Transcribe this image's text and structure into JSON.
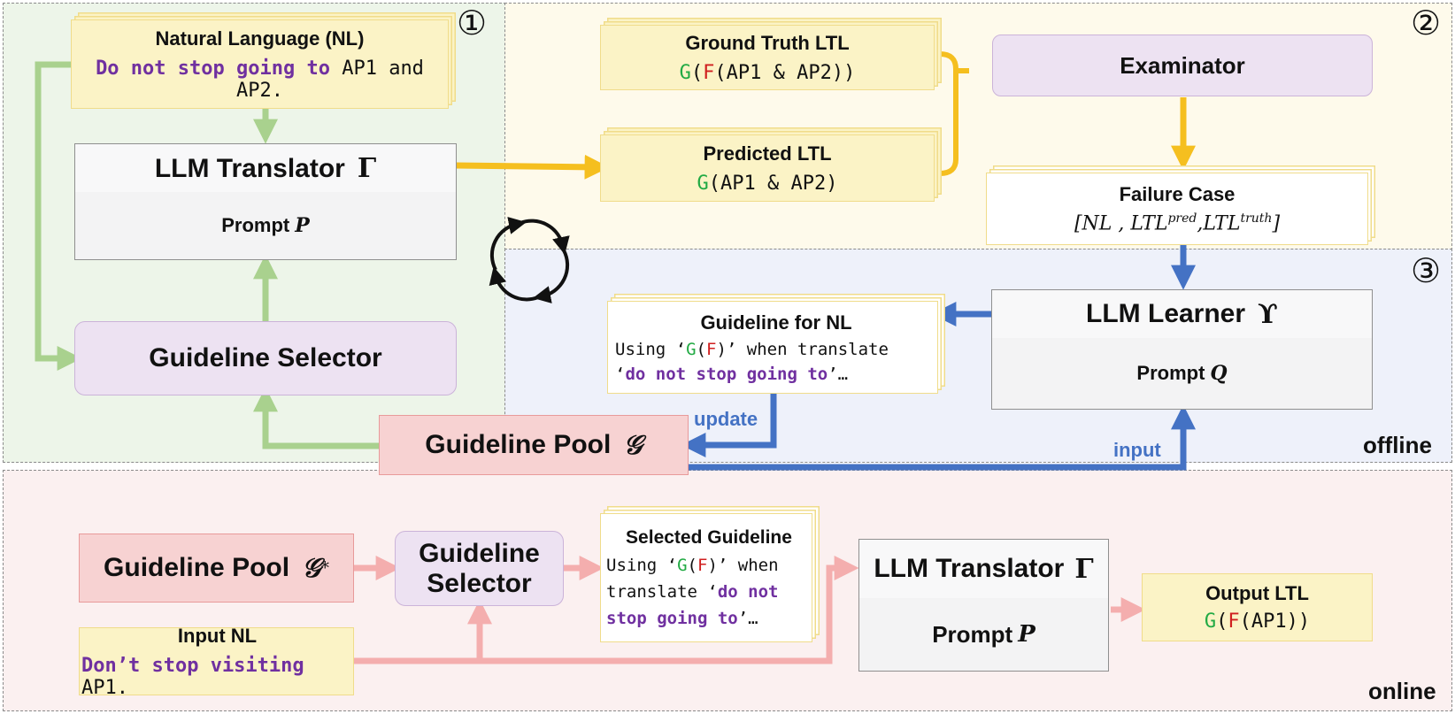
{
  "regions": {
    "r1": {
      "num": "①",
      "bg": "#edf5e9"
    },
    "r2": {
      "num": "②",
      "bg": "#fefaeb"
    },
    "r3": {
      "num": "③",
      "bg": "#eef1fa"
    },
    "offline_label": "offline",
    "online_label": "online",
    "online_bg": "#fbf0f0"
  },
  "offline": {
    "nl_box": {
      "title": "Natural Language (NL)",
      "kw": "Do not stop going to",
      "rest": " AP1 and AP2."
    },
    "translator": {
      "title": "LLM Translator",
      "symbol": "Γ",
      "prompt": "Prompt",
      "prompt_sym": "P"
    },
    "selector": {
      "title": "Guideline Selector"
    },
    "pool": {
      "title": "Guideline Pool",
      "symbol": "𝒢"
    },
    "ground_truth": {
      "title": "Ground Truth LTL",
      "G": "G",
      "open": "(",
      "F": "F",
      "rest": "(AP1 & AP2))"
    },
    "predicted": {
      "title": "Predicted LTL",
      "G": "G",
      "rest": "(AP1 & AP2)"
    },
    "examinator": {
      "title": "Examinator"
    },
    "failure": {
      "title": "Failure Case",
      "formula": "[NL ,  LTL",
      "pred": "pred",
      "mid": ",LTL",
      "truth": "truth",
      "close": "]"
    },
    "learner": {
      "title": "LLM Learner",
      "symbol": "ϒ",
      "prompt": "Prompt",
      "prompt_sym": "Q"
    },
    "guideline_nl": {
      "title": "Guideline for NL",
      "l1a": "Using ‘",
      "G": "G",
      "p1": "(",
      "F": "F",
      "p2": ")’ when translate",
      "l2a": "‘",
      "kw": "do not stop going to",
      "l2b": "’…"
    },
    "update_label": "update",
    "input_label": "input"
  },
  "online": {
    "pool": {
      "title": "Guideline Pool",
      "symbol": "𝒢",
      "star": "*"
    },
    "selector": {
      "l1": "Guideline",
      "l2": "Selector"
    },
    "selected": {
      "title": "Selected Guideline",
      "l1a": "Using ‘",
      "G": "G",
      "p1": "(",
      "F": "F",
      "p2": ")’ when",
      "l2a": "translate ‘",
      "kw1": "do not",
      "kw2": "stop going to",
      "l3b": "’…"
    },
    "translator": {
      "title": "LLM Translator",
      "symbol": "Γ",
      "prompt": "Prompt",
      "prompt_sym": "P"
    },
    "output": {
      "title": "Output LTL",
      "G": "G",
      "open": "(",
      "F": "F",
      "rest": "(AP1))"
    },
    "input_nl": {
      "title": "Input NL",
      "kw": "Don’t stop visiting",
      "rest": " AP1."
    }
  },
  "colors": {
    "green_arrow": "#a9d18e",
    "yellow_arrow": "#f5bf1f",
    "blue_arrow": "#4472c4",
    "pink_arrow": "#f4aeae"
  }
}
